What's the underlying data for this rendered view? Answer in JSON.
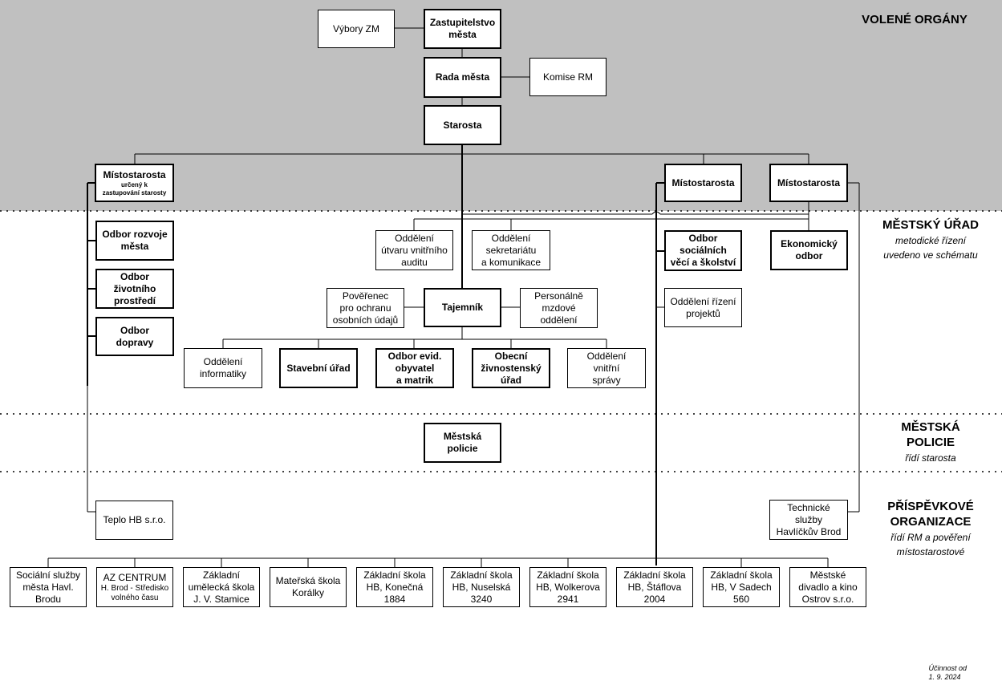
{
  "sections": {
    "volene": {
      "title": "VOLENÉ ORGÁNY",
      "subtitle": ""
    },
    "urad": {
      "title": "MĚSTSKÝ ÚŘAD",
      "subtitle": "metodické řízení\nuvedeno ve schématu"
    },
    "policie": {
      "title": "MĚSTSKÁ\nPOLICIE",
      "subtitle": "řídí starosta"
    },
    "prispevkove": {
      "title": "PŘÍSPĚVKOVÉ\nORGANIZACE",
      "subtitle": "řídí RM a pověření\nmístostarostové"
    }
  },
  "boxes": {
    "vybory_zm": "Výbory ZM",
    "zastupitelstvo": "Zastupitelstvo\nměsta",
    "rada": "Rada města",
    "komise_rm": "Komise RM",
    "starosta": "Starosta",
    "mistostarosta_1": "Místostarosta",
    "mistostarosta_1_sub": "určený k\nzastupování starosty",
    "mistostarosta_2": "Místostarosta",
    "mistostarosta_3": "Místostarosta",
    "odbor_rozvoje": "Odbor rozvoje\nměsta",
    "odbor_zivotniho": "Odbor\nživotního\nprostředí",
    "odbor_dopravy": "Odbor\ndopravy",
    "oddeleni_auditu": "Oddělení\nútvaru vnitřního\nauditu",
    "oddeleni_sekretariatu": "Oddělení\nsekretariátu\na komunikace",
    "odbor_socialnich": "Odbor\nsociálních\nvěcí a školství",
    "ekonomicky_odbor": "Ekonomický\nodbor",
    "poverenec": "Pověřenec\npro ochranu\nosobních údajů",
    "tajemnik": "Tajemník",
    "personalne": "Personálně\nmzdové\noddělení",
    "oddeleni_projektu": "Oddělení řízení\nprojektů",
    "oddeleni_informatiky": "Oddělení\ninformatiky",
    "stavebni_urad": "Stavební úřad",
    "odbor_evid": "Odbor evid.\nobyvatel\na matrik",
    "obecni_zivnostensky": "Obecní\nživnostenský\núřad",
    "oddeleni_vnitrni_spravy": "Oddělení\nvnitřní\nsprávy",
    "mestska_policie": "Městská\npolicie",
    "teplo_hb": "Teplo HB s.r.o.",
    "technicke_sluzby": "Technické\nslužby\nHavlíčkův Brod"
  },
  "organizations": [
    {
      "name": "Sociální služby\nměsta Havl.\nBrodu"
    },
    {
      "name": "AZ CENTRUM",
      "sub": "H. Brod - Středisko\nvolného času"
    },
    {
      "name": "Základní\numělecká škola\nJ. V. Stamice"
    },
    {
      "name": "Mateřská škola\nKorálky"
    },
    {
      "name": "Základní škola\nHB, Konečná\n1884"
    },
    {
      "name": "Základní škola\nHB, Nuselská\n3240"
    },
    {
      "name": "Základní škola\nHB, Wolkerova\n2941"
    },
    {
      "name": "Základní škola\nHB, Štáflova\n2004"
    },
    {
      "name": "Základní škola\nHB, V Sadech\n560"
    },
    {
      "name": "Městské\ndivadlo a kino\nOstrov s.r.o."
    }
  ],
  "footer": {
    "effective": "Účinnost od\n1. 9. 2024"
  },
  "colors": {
    "elected_band": "#c0c0c0",
    "lines": "#000000",
    "background": "#ffffff"
  }
}
